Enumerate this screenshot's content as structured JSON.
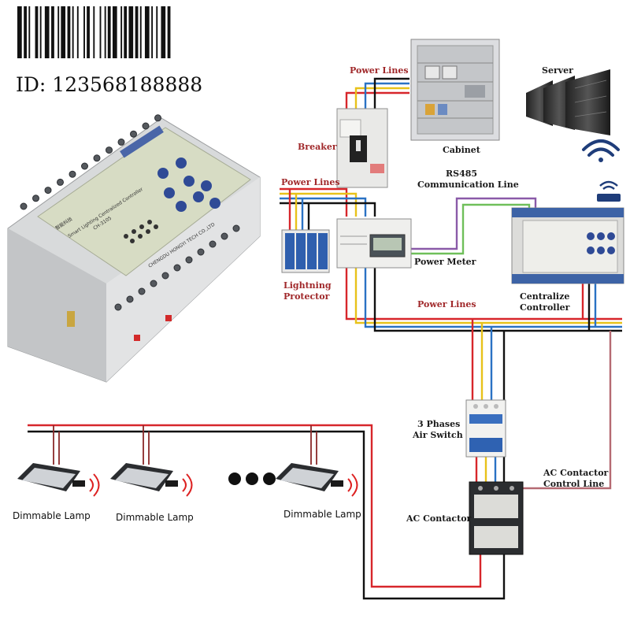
{
  "header": {
    "id_text": "ID: 123568188888"
  },
  "device": {
    "brand": "智能科技",
    "product_title": "Smart Lighting Centralized Controller",
    "model": "CH-3105",
    "footer": "CHENGDU HONGYI TECH CO.,LTD"
  },
  "labels": {
    "power_lines_top": "Power Lines",
    "power_lines_left": "Power Lines",
    "power_lines_mid": "Power Lines",
    "breaker": "Breaker",
    "cabinet": "Cabinet",
    "server": "Server",
    "rs485_line1": "RS485",
    "rs485_line2": "Communication Line",
    "power_meter": "Power Meter",
    "lightning_line1": "Lightning",
    "lightning_line2": "Protector",
    "centralize_line1": "Centralize",
    "centralize_line2": "Controller",
    "air_switch_line1": "3 Phases",
    "air_switch_line2": "Air Switch",
    "ac_control_line1": "AC Contactor",
    "ac_control_line2": "Control Line",
    "ac_contactor": "AC Contactor",
    "lamp1": "Dimmable Lamp",
    "lamp2": "Dimmable Lamp",
    "lamp3": "Dimmable Lamp"
  },
  "colors": {
    "wire_red": "#d7262b",
    "wire_yellow": "#e8c21a",
    "wire_blue": "#2a72c4",
    "wire_black": "#111111",
    "wire_green": "#6fbf5a",
    "wire_purple": "#8a5aa8",
    "control_line": "#b56a72",
    "label_red": "#a0282a"
  }
}
